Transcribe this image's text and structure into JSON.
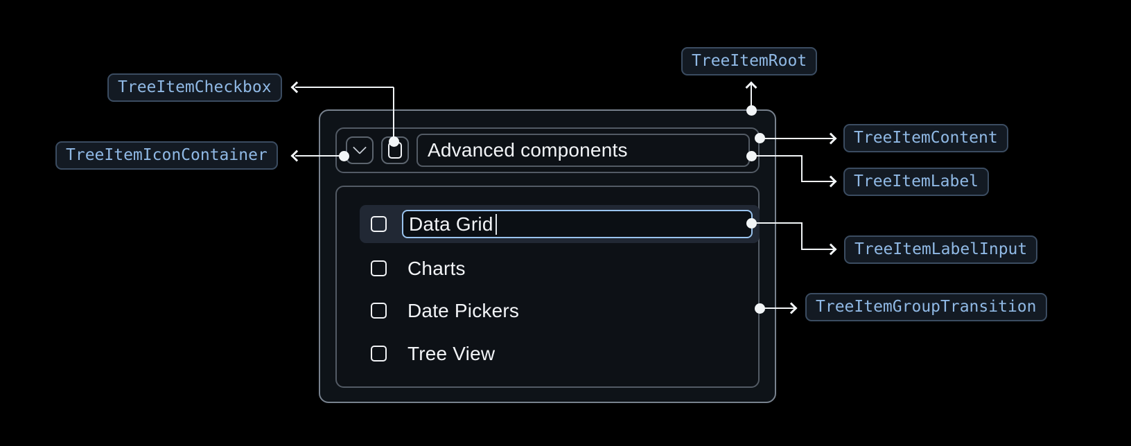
{
  "annotations": {
    "root": "TreeItemRoot",
    "checkbox": "TreeItemCheckbox",
    "icon_container": "TreeItemIconContainer",
    "content": "TreeItemContent",
    "label": "TreeItemLabel",
    "label_input": "TreeItemLabelInput",
    "group_transition": "TreeItemGroupTransition"
  },
  "tree_item": {
    "label": "Advanced components",
    "expanded": true,
    "checkbox_checked": false,
    "children": [
      {
        "label": "Data Grid",
        "state": "editing",
        "checked": false
      },
      {
        "label": "Charts",
        "checked": false
      },
      {
        "label": "Date Pickers",
        "checked": false
      },
      {
        "label": "Tree View",
        "checked": false
      }
    ]
  },
  "colors": {
    "badge_text": "#90b9e5",
    "badge_border": "#3b4c61",
    "badge_bg": "#131a23",
    "input_focus_border": "#9ac4ef",
    "row_highlight": "#212834",
    "connector": "#f2f5f7"
  }
}
